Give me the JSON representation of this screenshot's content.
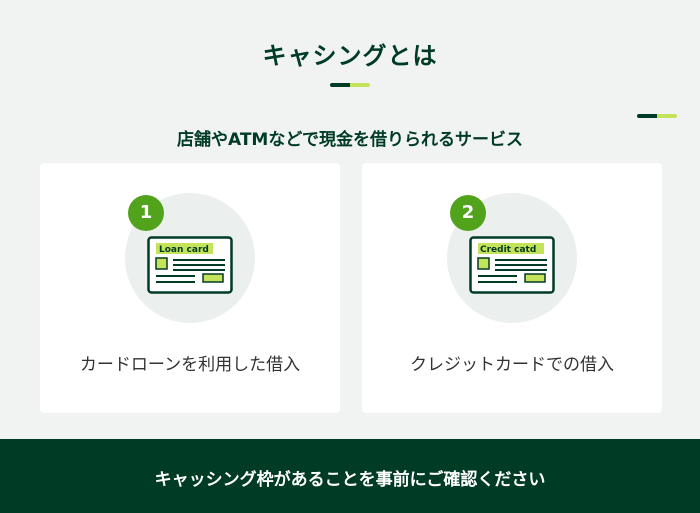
{
  "header": {
    "title": "キャシングとは",
    "subtitle": "店舗やATMなどで現金を借りられるサービス"
  },
  "colors": {
    "primary_dark_green": "#003b25",
    "accent_lime": "#c5e35a",
    "badge_green": "#52a31c",
    "background": "#f1f2f2",
    "circle_bg": "#ebefee"
  },
  "cards": [
    {
      "number": "1",
      "icon": "loan-card-icon",
      "card_text": "Loan card",
      "label": "カードローンを利用した借入"
    },
    {
      "number": "2",
      "icon": "credit-card-icon",
      "card_text": "Credit catd",
      "label": "クレジットカードでの借入"
    }
  ],
  "footer": {
    "text": "キャッシング枠があることを事前にご確認ください"
  }
}
